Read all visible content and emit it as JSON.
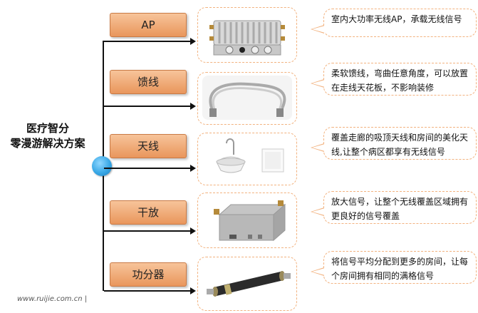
{
  "title": "医疗智分\n零漫游解决方案",
  "items": [
    {
      "label": "AP",
      "description": "室内大功率无线AP，承载无线信号",
      "image": "ap-device"
    },
    {
      "label": "馈线",
      "description": "柔软馈线，弯曲任意角度，可以放置在走线天花板，不影响装修",
      "image": "feeder-cable"
    },
    {
      "label": "天线",
      "description": "覆盖走廊的吸顶天线和房间的美化天线,让整个病区都享有无线信号",
      "image": "ceiling-antenna"
    },
    {
      "label": "干放",
      "description": "放大信号，让整个无线覆盖区域拥有更良好的信号覆盖",
      "image": "amplifier"
    },
    {
      "label": "功分器",
      "description": "将信号平均分配到更多的房间，让每个房间拥有相同的满格信号",
      "image": "power-splitter"
    }
  ],
  "footer": "www.ruijie.com.cn  |",
  "colors": {
    "label_fill": "#eea36d",
    "box_border": "#f2b27f",
    "hub": "#39a8e6"
  }
}
